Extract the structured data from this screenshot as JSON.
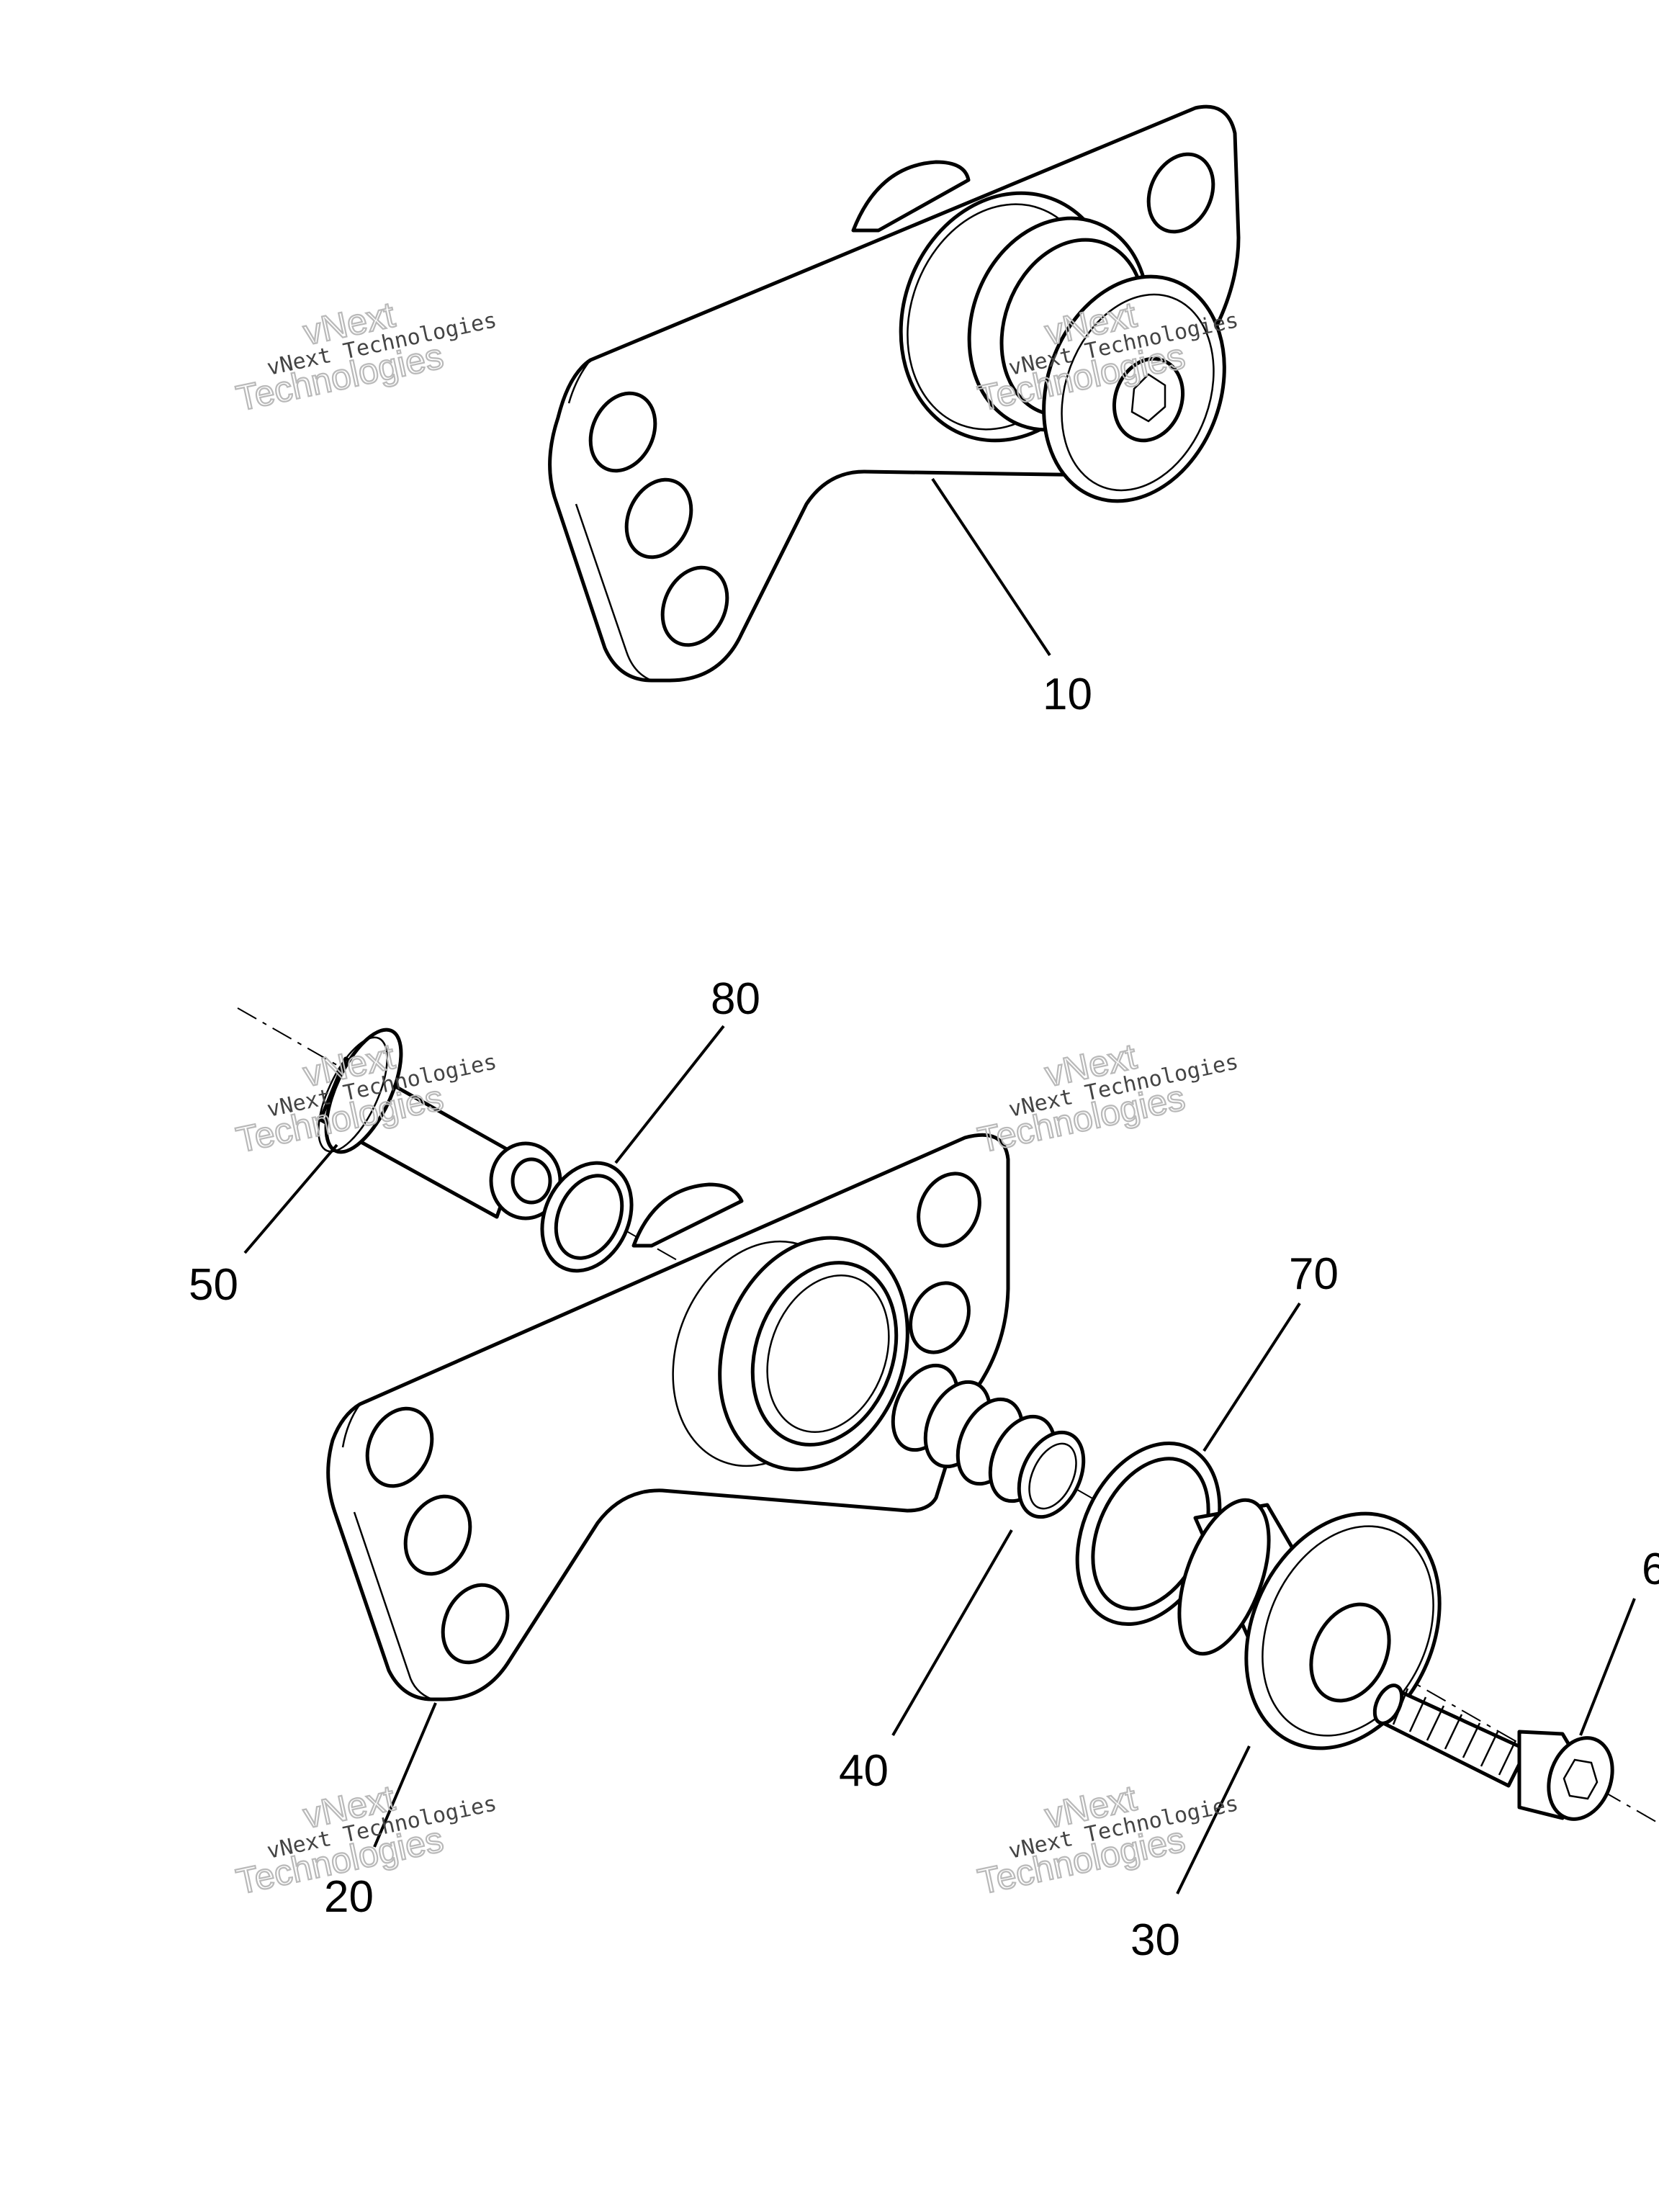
{
  "callouts": {
    "c10": "10",
    "c20": "20",
    "c30": "30",
    "c40": "40",
    "c50": "50",
    "c60": "6",
    "c70": "70",
    "c80": "80"
  },
  "watermark": {
    "top_line": "vNext",
    "bottom_line": "Technologies",
    "small_text": "vNext Technologies"
  },
  "colors": {
    "line": "#000000",
    "watermark_outline": "#b9b9b9",
    "background": "#ffffff"
  }
}
